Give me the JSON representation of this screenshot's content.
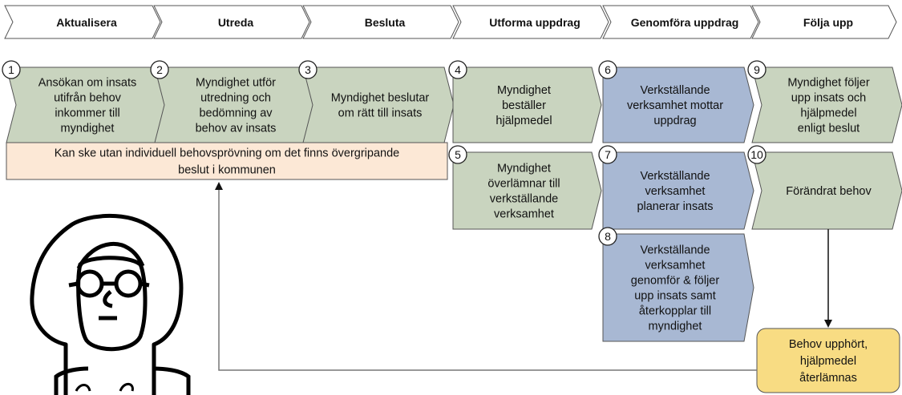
{
  "colors": {
    "green": "#c9d4bf",
    "blue": "#a8b8d3",
    "peach": "#fce8d6",
    "yellow": "#f8dc83",
    "stroke": "#555555"
  },
  "phases": [
    {
      "id": "aktualisera",
      "label": "Aktualisera"
    },
    {
      "id": "utreda",
      "label": "Utreda"
    },
    {
      "id": "besluta",
      "label": "Besluta"
    },
    {
      "id": "utforma",
      "label": "Utforma uppdrag"
    },
    {
      "id": "genomfora",
      "label": "Genomföra uppdrag"
    },
    {
      "id": "folja-upp",
      "label": "Följa upp"
    }
  ],
  "steps": [
    {
      "num": "1",
      "color": "green",
      "lines": [
        "Ansökan om insats",
        "utifrån behov",
        "inkommer till",
        "myndighet"
      ]
    },
    {
      "num": "2",
      "color": "green",
      "lines": [
        "Myndighet utför",
        "utredning och",
        "bedömning av",
        "behov av insats"
      ]
    },
    {
      "num": "3",
      "color": "green",
      "lines": [
        "Myndighet beslutar",
        "om rätt till insats"
      ]
    },
    {
      "num": "4",
      "color": "green",
      "lines": [
        "Myndighet",
        "beställer",
        "hjälpmedel"
      ]
    },
    {
      "num": "5",
      "color": "green",
      "lines": [
        "Myndighet",
        "överlämnar till",
        "verkställande",
        "verksamhet"
      ]
    },
    {
      "num": "6",
      "color": "blue",
      "lines": [
        "Verkställande",
        "verksamhet mottar",
        "uppdrag"
      ]
    },
    {
      "num": "7",
      "color": "blue",
      "lines": [
        "Verkställande",
        "verksamhet",
        "planerar insats"
      ]
    },
    {
      "num": "8",
      "color": "blue",
      "lines": [
        "Verkställande",
        "verksamhet",
        "genomför & följer",
        "upp insats samt",
        "återkopplar till",
        "myndighet"
      ]
    },
    {
      "num": "9",
      "color": "green",
      "lines": [
        "Myndighet följer",
        "upp insats och",
        "hjälpmedel",
        "enligt beslut"
      ]
    },
    {
      "num": "10",
      "color": "green",
      "lines": [
        "Förändrat behov"
      ]
    }
  ],
  "note": {
    "lines": [
      "Kan ske utan individuell behovsprövning om det finns övergripande",
      "beslut i kommunen"
    ]
  },
  "end_box": {
    "lines": [
      "Behov upphört,",
      "hjälpmedel",
      "återlämnas"
    ]
  }
}
